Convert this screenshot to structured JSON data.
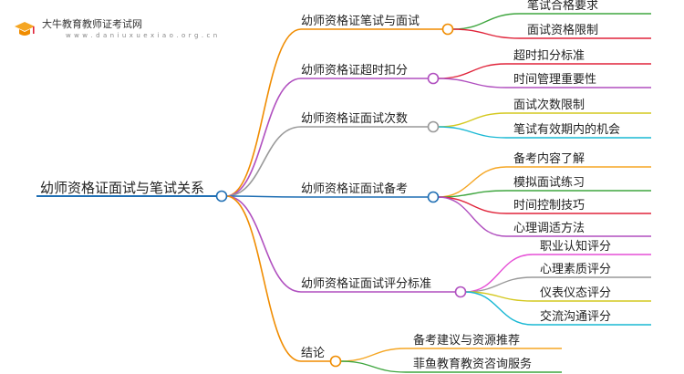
{
  "watermark": {
    "title": "大牛教育教师证考试网",
    "url": "w w w . d a n i u x u e x i a o . o r g . c n"
  },
  "colors": {
    "root": "#1f6fb4",
    "c1": "#f08c00",
    "c2": "#b04fbf",
    "c3": "#999999",
    "c4": "#1f6fb4",
    "c5": "#b04fbf",
    "c6": "#f08c00",
    "leaf_red": "#e0243a",
    "leaf_green": "#3fa63f",
    "leaf_orange": "#f5a623",
    "leaf_pink": "#e64fd6",
    "leaf_yellow": "#d4c81e",
    "leaf_cyan": "#19b8d4",
    "leaf_purple": "#b04fbf"
  },
  "mindmap": {
    "root": "幼师资格证面试与笔试关系",
    "branches": [
      {
        "label": "幼师资格证笔试与面试",
        "color": "c1",
        "children": [
          {
            "label": "笔试合格要求",
            "color": "leaf_green"
          },
          {
            "label": "面试资格限制",
            "color": "leaf_red"
          }
        ]
      },
      {
        "label": "幼师资格证超时扣分",
        "color": "c2",
        "children": [
          {
            "label": "超时扣分标准",
            "color": "leaf_red"
          },
          {
            "label": "时间管理重要性",
            "color": "leaf_purple"
          }
        ]
      },
      {
        "label": "幼师资格证面试次数",
        "color": "c3",
        "children": [
          {
            "label": "面试次数限制",
            "color": "leaf_yellow"
          },
          {
            "label": "笔试有效期内的机会",
            "color": "leaf_cyan"
          }
        ]
      },
      {
        "label": "幼师资格证面试备考",
        "color": "c4",
        "children": [
          {
            "label": "备考内容了解",
            "color": "leaf_orange"
          },
          {
            "label": "模拟面试练习",
            "color": "leaf_green"
          },
          {
            "label": "时间控制技巧",
            "color": "leaf_red"
          },
          {
            "label": "心理调适方法",
            "color": "leaf_purple"
          }
        ]
      },
      {
        "label": "幼师资格证面试评分标准",
        "color": "c5",
        "children": [
          {
            "label": "职业认知评分",
            "color": "leaf_pink"
          },
          {
            "label": "心理素质评分",
            "color": "c3"
          },
          {
            "label": "仪表仪态评分",
            "color": "leaf_yellow"
          },
          {
            "label": "交流沟通评分",
            "color": "leaf_cyan"
          }
        ]
      },
      {
        "label": "结论",
        "color": "c6",
        "children": [
          {
            "label": "备考建议与资源推荐",
            "color": "leaf_orange"
          },
          {
            "label": "菲鱼教育教资咨询服务",
            "color": "leaf_green"
          }
        ]
      }
    ]
  }
}
